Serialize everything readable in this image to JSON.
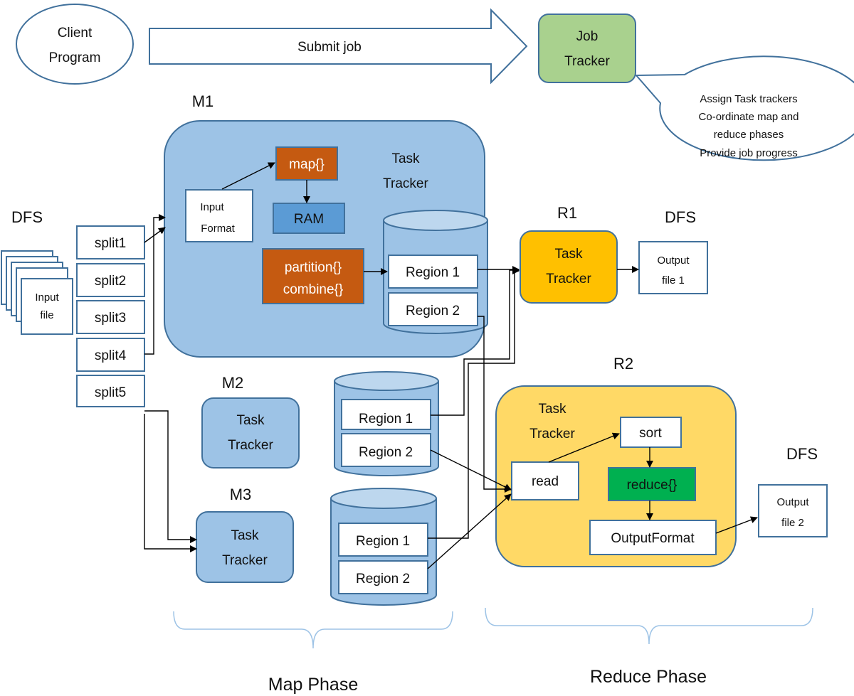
{
  "client": {
    "line1": "Client",
    "line2": "Program"
  },
  "submit_label": "Submit job",
  "job_tracker": {
    "line1": "Job",
    "line2": "Tracker"
  },
  "job_callout": [
    "Assign Task trackers",
    "Co-ordinate map and",
    "reduce phases",
    "Provide job progress"
  ],
  "dfs_labels": {
    "input": "DFS",
    "output1": "DFS",
    "output2": "DFS"
  },
  "input_file": {
    "line1": "Input",
    "line2": "file"
  },
  "splits": [
    "split1",
    "split2",
    "split3",
    "split4",
    "split5"
  ],
  "m1": {
    "label": "M1",
    "tracker": {
      "line1": "Task",
      "line2": "Tracker"
    },
    "input_format": {
      "line1": "Input",
      "line2": "Format"
    },
    "map": "map{}",
    "ram": "RAM",
    "partition": "partition{}",
    "combine": "combine{}",
    "region1": "Region 1",
    "region2": "Region 2"
  },
  "m2": {
    "label": "M2",
    "tracker": {
      "line1": "Task",
      "line2": "Tracker"
    },
    "region1": "Region 1",
    "region2": "Region 2"
  },
  "m3": {
    "label": "M3",
    "tracker": {
      "line1": "Task",
      "line2": "Tracker"
    },
    "region1": "Region 1",
    "region2": "Region 2"
  },
  "r1": {
    "label": "R1",
    "tracker": {
      "line1": "Task",
      "line2": "Tracker"
    },
    "output": {
      "line1": "Output",
      "line2": "file 1"
    }
  },
  "r2": {
    "label": "R2",
    "tracker": {
      "line1": "Task",
      "line2": "Tracker"
    },
    "read": "read",
    "sort": "sort",
    "reduce": "reduce{}",
    "output_format": "OutputFormat",
    "output": {
      "line1": "Output",
      "line2": "file 2"
    }
  },
  "phases": {
    "map": "Map Phase",
    "reduce": "Reduce Phase"
  },
  "colors": {
    "node_blue": "#9dc3e6",
    "ram_blue": "#5b9bd5",
    "map_orange": "#c55a11",
    "job_green": "#a9d18e",
    "reduce_green": "#00b050",
    "r1_gold": "#ffc000",
    "r2_yellow": "#ffd966"
  }
}
